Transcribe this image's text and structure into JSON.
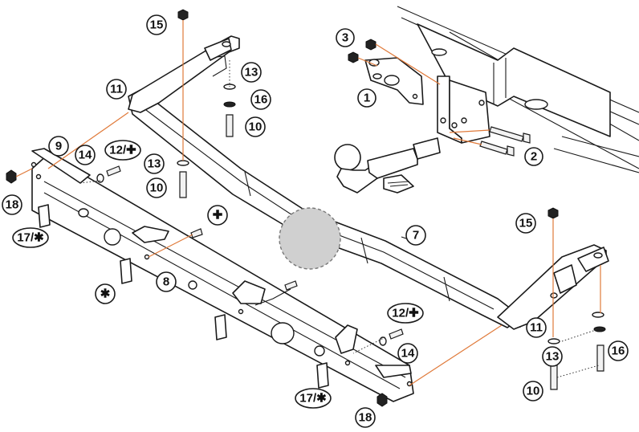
{
  "callouts": {
    "c1": "1",
    "c2": "2",
    "c3": "3",
    "c7": "7",
    "c8": "8",
    "c9": "9",
    "c10a": "10",
    "c10b": "10",
    "c10c": "10",
    "c11a": "11",
    "c11b": "11",
    "c12a": "12/✚",
    "c12b": "12/✚",
    "c13a": "13",
    "c13b": "13",
    "c13c": "13",
    "c14a": "14",
    "c14b": "14",
    "c15a": "15",
    "c15b": "15",
    "c16a": "16",
    "c16b": "16",
    "c17a": "17/✱",
    "c17b": "17/✱",
    "c18a": "18",
    "c18b": "18",
    "cplus": "✚",
    "cstar": "✱"
  },
  "colors": {
    "leader_lines": "#e07a3a",
    "outline": "#1a1a1a"
  }
}
